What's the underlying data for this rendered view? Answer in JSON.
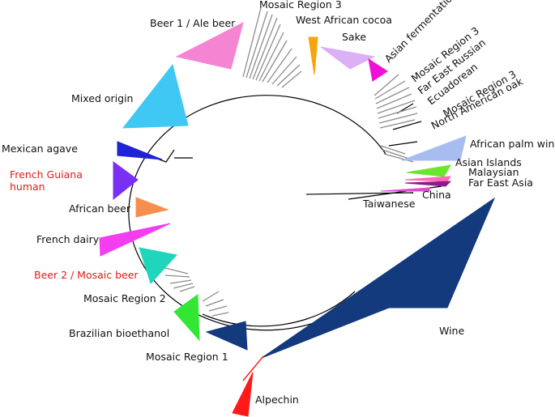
{
  "tree": {
    "clades": [
      {
        "key": "wine",
        "label": "Wine",
        "color": "#123a7d",
        "highlight": false
      },
      {
        "key": "alpechin",
        "label": "Alpechin",
        "color": "#ff1a1a",
        "highlight": false
      },
      {
        "key": "mosaic1",
        "label": "Mosaic Region 1",
        "color": "#123a7d",
        "highlight": false
      },
      {
        "key": "brazil",
        "label": "Brazilian bioethanol",
        "color": "#33e633",
        "highlight": false
      },
      {
        "key": "mosaic2",
        "label": "Mosaic Region 2",
        "color": "#999999",
        "highlight": false
      },
      {
        "key": "beer2",
        "label": "Beer 2 / Mosaic beer",
        "color": "#1fd6bd",
        "highlight": true
      },
      {
        "key": "frdairy",
        "label": "French dairy",
        "color": "#f33df0",
        "highlight": false
      },
      {
        "key": "afbeer",
        "label": "African beer",
        "color": "#f58e4e",
        "highlight": false
      },
      {
        "key": "guiana",
        "label": "French Guiana\nhuman",
        "color": "#7a2ff5",
        "highlight": true
      },
      {
        "key": "agave",
        "label": "Mexican agave",
        "color": "#1f22d6",
        "highlight": false
      },
      {
        "key": "mixed",
        "label": "Mixed origin",
        "color": "#40c8f5",
        "highlight": false
      },
      {
        "key": "beer1",
        "label": "Beer 1 / Ale beer",
        "color": "#f585d2",
        "highlight": false
      },
      {
        "key": "mosaic3a",
        "label": "Mosaic Region 3",
        "color": "#999999",
        "highlight": false
      },
      {
        "key": "cocoa",
        "label": "West African cocoa",
        "color": "#f5a50f",
        "highlight": false
      },
      {
        "key": "sake",
        "label": "Sake",
        "color": "#dcb0f5",
        "highlight": false
      },
      {
        "key": "asianferm",
        "label": "Asian fermentation",
        "color": "#f010d8",
        "highlight": false
      },
      {
        "key": "mosaic3b",
        "label": "Mosaic Region 3",
        "color": "#999999",
        "highlight": false
      },
      {
        "key": "fer",
        "label": "Far East Russian",
        "color": "#999999",
        "highlight": false
      },
      {
        "key": "ecuador",
        "label": "Ecuadorean",
        "color": "#a0522d",
        "highlight": false
      },
      {
        "key": "mosaic3c",
        "label": "Mosaic Region 3",
        "color": "#999999",
        "highlight": false
      },
      {
        "key": "naoak",
        "label": "North American oak",
        "color": "#6b8e23",
        "highlight": false
      },
      {
        "key": "palm",
        "label": "African palm wine",
        "color": "#a7bcf0",
        "highlight": false
      },
      {
        "key": "asianisl",
        "label": "Asian Islands",
        "color": "#6be62f",
        "highlight": false
      },
      {
        "key": "malaysian",
        "label": "Malaysian",
        "color": "#ff69b4",
        "highlight": false
      },
      {
        "key": "fareast",
        "label": "Far East Asia",
        "color": "#8b1a8b",
        "highlight": false
      },
      {
        "key": "china",
        "label": "China",
        "color": "#d94fd0",
        "highlight": false
      },
      {
        "key": "taiwan",
        "label": "Taiwanese",
        "color": "#e0a070",
        "highlight": false
      }
    ]
  }
}
